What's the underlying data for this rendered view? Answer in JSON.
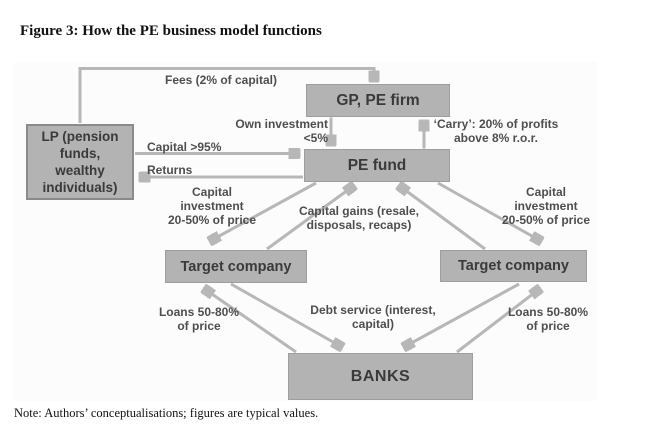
{
  "title": "Figure 3: How the PE business model functions",
  "note": "Note: Authors’ conceptualisations; figures are typical values.",
  "colors": {
    "box_fill": "#b3b3b3",
    "box_border": "#9e9e9e",
    "lp_box_border": "#8a8a8a",
    "arrow": "#b7b7b7",
    "box_text": "#3a3a3a",
    "label_text": "#4e4e4e",
    "panel_background": "#fcfcfc"
  },
  "nodes": {
    "lp": {
      "label": "LP (pension\nfunds,\nwealthy\nindividuals)"
    },
    "gp": {
      "label": "GP, PE firm"
    },
    "pe_fund": {
      "label": "PE fund"
    },
    "target_left": {
      "label": "Target company"
    },
    "target_right": {
      "label": "Target company"
    },
    "banks": {
      "label": "BANKS"
    }
  },
  "edges": {
    "fees": {
      "label": "Fees (2% of capital)",
      "from": "LP",
      "to": "GP, PE firm"
    },
    "capital": {
      "label": "Capital >95%",
      "from": "LP",
      "to": "PE fund"
    },
    "returns": {
      "label": "Returns",
      "from": "PE fund",
      "to": "LP"
    },
    "own_investment": {
      "label": "Own investment\n<5%",
      "from": "GP, PE firm",
      "to": "PE fund"
    },
    "carry": {
      "label": "‘Carry’: 20% of profits\nabove 8% r.o.r.",
      "from": "PE fund",
      "to": "GP, PE firm"
    },
    "capital_investment_left": {
      "label": "Capital\ninvestment\n20-50% of price",
      "from": "PE fund",
      "to": "Target company (left)"
    },
    "capital_gains": {
      "label": "Capital gains (resale,\ndisposals, recaps)",
      "from": "Target companies",
      "to": "PE fund"
    },
    "capital_investment_right": {
      "label": "Capital\ninvestment\n20-50% of price",
      "from": "PE fund",
      "to": "Target company (right)"
    },
    "loans_left": {
      "label": "Loans 50-80%\nof price",
      "from": "BANKS",
      "to": "Target company (left)"
    },
    "debt_service": {
      "label": "Debt service (interest,\ncapital)",
      "from": "Target companies",
      "to": "BANKS"
    },
    "loans_right": {
      "label": "Loans 50-80%\nof price",
      "from": "BANKS",
      "to": "Target company (right)"
    }
  }
}
